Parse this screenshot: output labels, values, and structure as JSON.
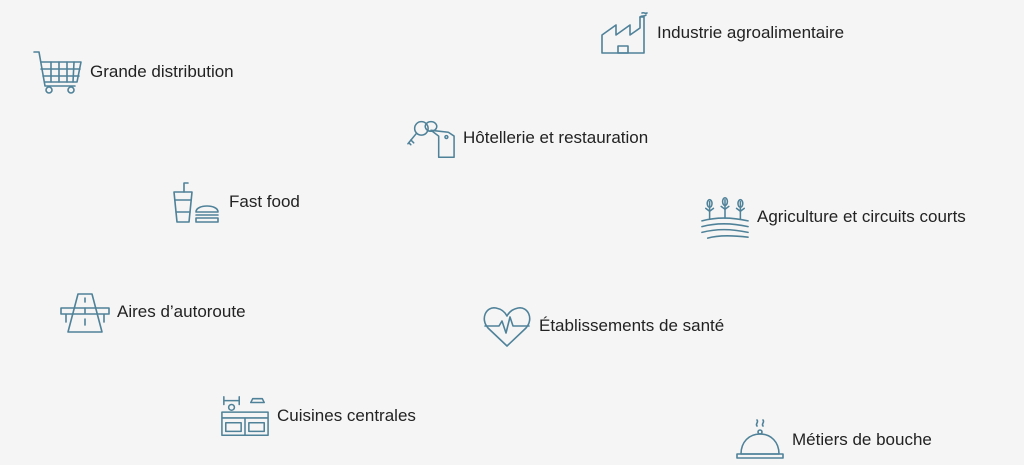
{
  "icon_color": "#4f8299",
  "sectors": [
    {
      "label": "Industrie agroalimentaire",
      "icon": "factory-icon"
    },
    {
      "label": "Grande distribution",
      "icon": "shopping-cart-icon"
    },
    {
      "label": "Hôtellerie et restauration",
      "icon": "hotel-key-icon"
    },
    {
      "label": "Fast food",
      "icon": "drink-burger-icon"
    },
    {
      "label": "Agriculture et circuits courts",
      "icon": "field-crops-icon"
    },
    {
      "label": "Aires d’autoroute",
      "icon": "highway-icon"
    },
    {
      "label": "Établissements de santé",
      "icon": "heartbeat-icon"
    },
    {
      "label": "Cuisines centrales",
      "icon": "kitchen-icon"
    },
    {
      "label": "Métiers de bouche",
      "icon": "cloche-icon"
    }
  ]
}
